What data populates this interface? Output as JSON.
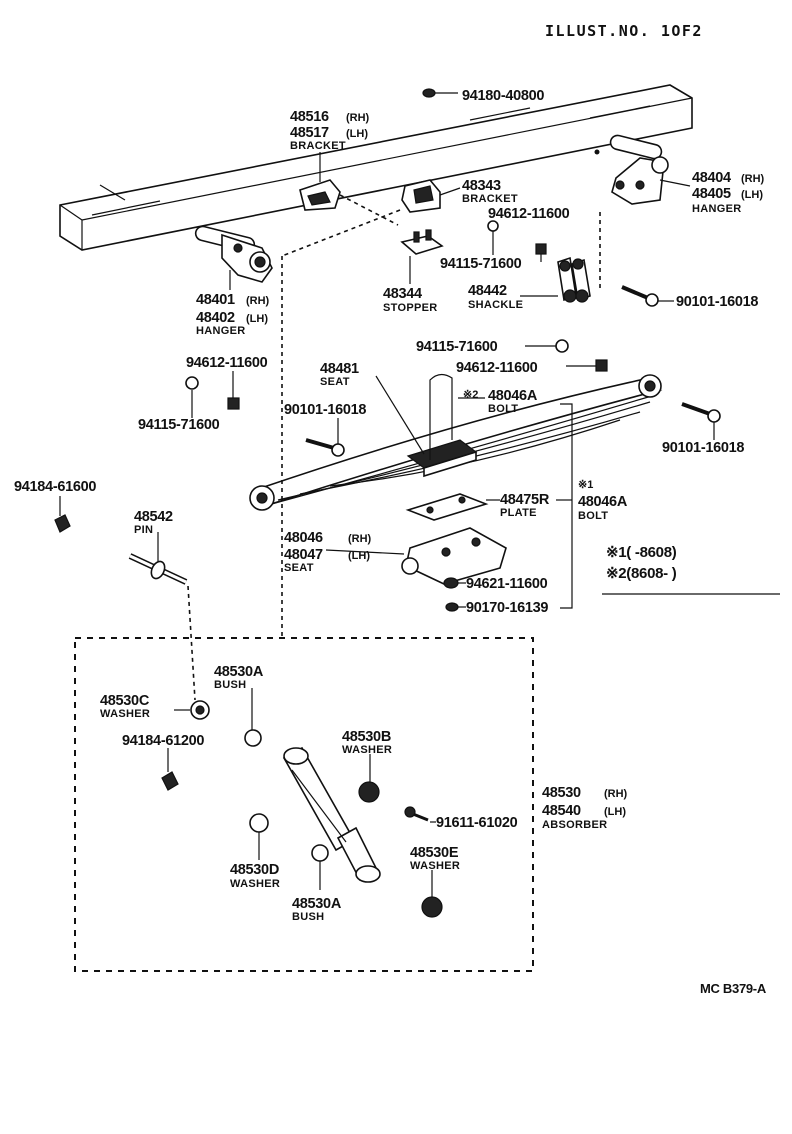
{
  "header": {
    "illust": "ILLUST.NO. 1OF2"
  },
  "footer": {
    "code": "MC B379-A"
  },
  "notes": {
    "n1": "※1(      -8608)",
    "n2": "※2(8608-      )"
  },
  "labels": [
    {
      "id": "p1",
      "text": "94180-40800"
    },
    {
      "id": "p2a",
      "text": "48516",
      "sub": "(RH)"
    },
    {
      "id": "p2b",
      "text": "48517",
      "sub": "(LH)"
    },
    {
      "id": "p2n",
      "text": "BRACKET"
    },
    {
      "id": "p3",
      "text": "48343"
    },
    {
      "id": "p3n",
      "text": "BRACKET"
    },
    {
      "id": "p4a",
      "text": "48404",
      "sub": "(RH)"
    },
    {
      "id": "p4b",
      "text": "48405",
      "sub": "(LH)"
    },
    {
      "id": "p4n",
      "text": "HANGER"
    },
    {
      "id": "p5",
      "text": "94612-11600"
    },
    {
      "id": "p6",
      "text": "94115-71600"
    },
    {
      "id": "p7",
      "text": "48344"
    },
    {
      "id": "p7n",
      "text": "STOPPER"
    },
    {
      "id": "p8",
      "text": "48442"
    },
    {
      "id": "p8n",
      "text": "SHACKLE"
    },
    {
      "id": "p9",
      "text": "90101-16018"
    },
    {
      "id": "p10a",
      "text": "48401",
      "sub": "(RH)"
    },
    {
      "id": "p10b",
      "text": "48402",
      "sub": "(LH)"
    },
    {
      "id": "p10n",
      "text": "HANGER"
    },
    {
      "id": "p11",
      "text": "94115-71600"
    },
    {
      "id": "p12",
      "text": "94612-11600"
    },
    {
      "id": "p13",
      "text": "94612-11600"
    },
    {
      "id": "p14",
      "text": "48481"
    },
    {
      "id": "p14n",
      "text": "SEAT"
    },
    {
      "id": "p15",
      "text": "48046A",
      "mark": "※2"
    },
    {
      "id": "p15n",
      "text": "BOLT"
    },
    {
      "id": "p16",
      "text": "90101-16018"
    },
    {
      "id": "p17",
      "text": "94115-71600"
    },
    {
      "id": "p18",
      "text": "90101-16018"
    },
    {
      "id": "p19",
      "text": "94184-61600"
    },
    {
      "id": "p20",
      "text": "48542"
    },
    {
      "id": "p20n",
      "text": "PIN"
    },
    {
      "id": "p21",
      "text": "48475R"
    },
    {
      "id": "p21n",
      "text": "PLATE"
    },
    {
      "id": "p22",
      "text": "48046A",
      "mark": "※1"
    },
    {
      "id": "p22n",
      "text": "BOLT"
    },
    {
      "id": "p23a",
      "text": "48046",
      "sub": "(RH)"
    },
    {
      "id": "p23b",
      "text": "48047",
      "sub": "(LH)"
    },
    {
      "id": "p23n",
      "text": "SEAT"
    },
    {
      "id": "p24",
      "text": "94621-11600"
    },
    {
      "id": "p25",
      "text": "90170-16139"
    },
    {
      "id": "p26",
      "text": "48530A"
    },
    {
      "id": "p26n",
      "text": "BUSH"
    },
    {
      "id": "p27",
      "text": "48530C"
    },
    {
      "id": "p27n",
      "text": "WASHER"
    },
    {
      "id": "p28",
      "text": "94184-61200"
    },
    {
      "id": "p29",
      "text": "48530B"
    },
    {
      "id": "p29n",
      "text": "WASHER"
    },
    {
      "id": "p30a",
      "text": "48530",
      "sub": "(RH)"
    },
    {
      "id": "p30b",
      "text": "48540",
      "sub": "(LH)"
    },
    {
      "id": "p30n",
      "text": "ABSORBER"
    },
    {
      "id": "p31",
      "text": "91611-61020"
    },
    {
      "id": "p32",
      "text": "48530E"
    },
    {
      "id": "p32n",
      "text": "WASHER"
    },
    {
      "id": "p33",
      "text": "48530D"
    },
    {
      "id": "p33n",
      "text": "WASHER"
    },
    {
      "id": "p34",
      "text": "48530A"
    },
    {
      "id": "p34n",
      "text": "BUSH"
    }
  ]
}
